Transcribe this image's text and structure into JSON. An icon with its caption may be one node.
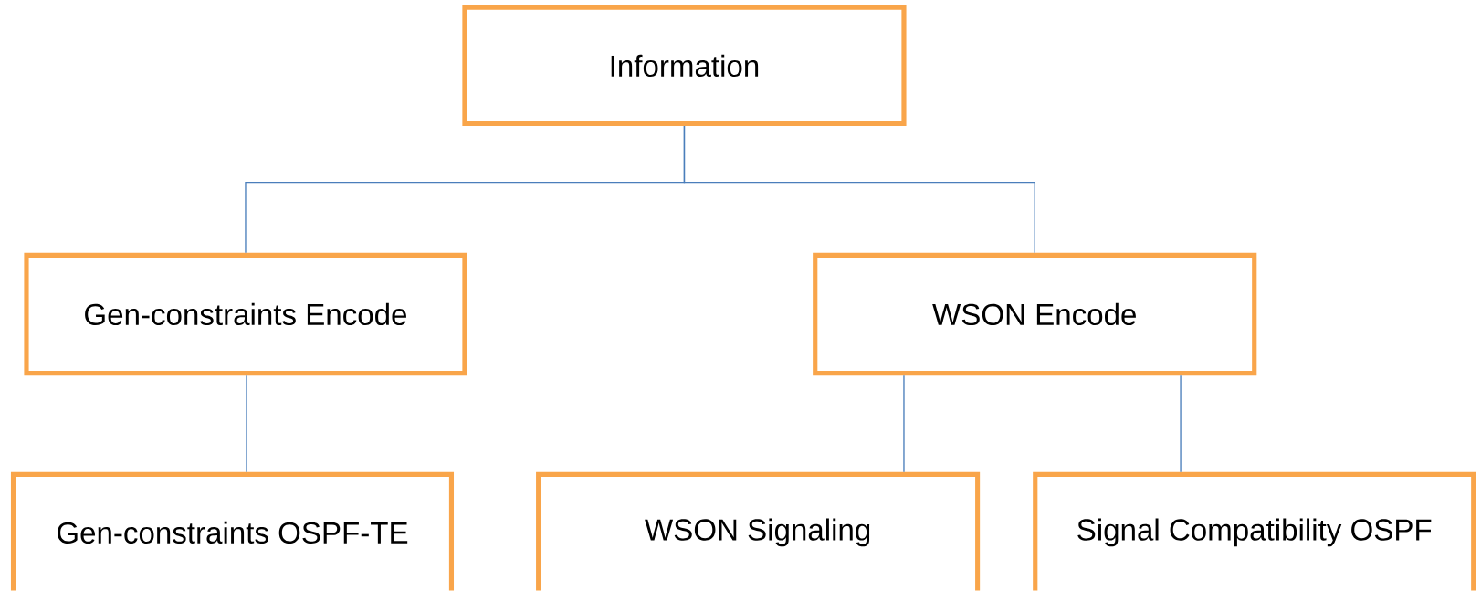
{
  "diagram": {
    "nodes": [
      {
        "text": [
          "Information"
        ]
      },
      {
        "text": [
          "Gen-constraints Encode"
        ]
      },
      {
        "text": [
          "WSON Encode"
        ]
      },
      {
        "text": [
          "Gen-constraints OSPF-TE"
        ]
      },
      {
        "text": [
          "WSON Signaling"
        ]
      },
      {
        "text": [
          "Signal Compatibility OSPF"
        ]
      }
    ],
    "edges": [
      {
        "from": 0,
        "to": 1,
        "arrow": "none"
      },
      {
        "from": 0,
        "to": 2,
        "arrow": "none"
      },
      {
        "from": 1,
        "to": 3,
        "arrow": "none"
      },
      {
        "from": 2,
        "to": 4,
        "arrow": "none"
      },
      {
        "from": 2,
        "to": 5,
        "arrow": "none"
      }
    ]
  }
}
